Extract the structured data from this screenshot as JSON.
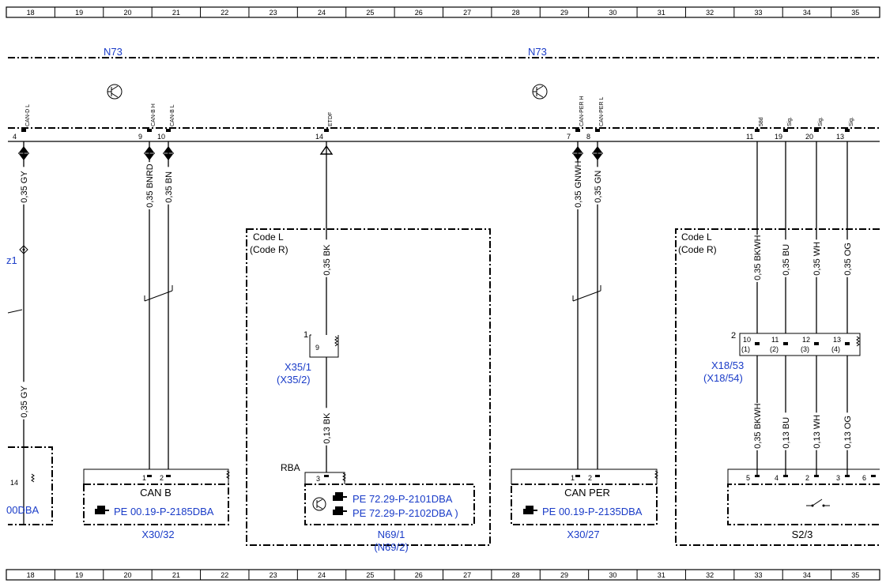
{
  "grid_numbers": [
    "18",
    "19",
    "20",
    "21",
    "22",
    "23",
    "24",
    "25",
    "26",
    "27",
    "28",
    "29",
    "30",
    "31",
    "32",
    "33",
    "34",
    "35"
  ],
  "module_labels": {
    "left": "N73",
    "right": "N73"
  },
  "connector_pins": [
    {
      "pin": "4",
      "signal": "CAN-D L"
    },
    {
      "pin": "9",
      "signal": "CAN-B H"
    },
    {
      "pin": "10",
      "signal": "CAN-B L"
    },
    {
      "pin": "14",
      "signal": "ETDF"
    },
    {
      "pin": "7",
      "signal": "CAN-PER H"
    },
    {
      "pin": "8",
      "signal": "CAN-PER L"
    },
    {
      "pin": "11",
      "signal": "58d"
    },
    {
      "pin": "19",
      "signal": "Sig."
    },
    {
      "pin": "20",
      "signal": "Sig."
    },
    {
      "pin": "13",
      "signal": "Sig."
    }
  ],
  "wires_upper": [
    "0,35 GY",
    "0,35 BNRD",
    "0,35 BN",
    "0,35 GNWH",
    "0,35 GN"
  ],
  "wires_mid": [
    "0,35 BK",
    "0,35 BKWH",
    "0,35 BU",
    "0,35 WH",
    "0,35 OG"
  ],
  "wires_lower": [
    "0,35 GY",
    "0,13 BK",
    "0,35 BKWH",
    "0,13 BU",
    "0,13 WH",
    "0,13 OG"
  ],
  "left_partial": {
    "label": "z1",
    "pin": "14",
    "ref": "00DBA"
  },
  "code_labels": {
    "code": "Code L",
    "alt": "(Code R)"
  },
  "conn_x35": {
    "number": "1",
    "pin": "9",
    "name": "X35/1",
    "alt": "(X35/2)"
  },
  "conn_x18": {
    "number": "2",
    "pins": [
      "10",
      "11",
      "12",
      "13"
    ],
    "alt_pins": [
      "(1)",
      "(2)",
      "(3)",
      "(4)"
    ],
    "name": "X18/53",
    "alt": "(X18/54)"
  },
  "can_b_block": {
    "title": "CAN B",
    "pins": [
      "1",
      "2"
    ],
    "ref": "PE 00.19-P-2185DBA",
    "name": "X30/32"
  },
  "rba_block": {
    "label": "RBA",
    "pin": "3",
    "ref1": "PE 72.29-P-2101DBA",
    "ref2": "PE 72.29-P-2102DBA )",
    "name": "N69/1",
    "alt": "(N69/2)"
  },
  "can_per_block": {
    "title": "CAN PER",
    "pins": [
      "1",
      "2"
    ],
    "ref": "PE 00.19-P-2135DBA",
    "name": "X30/27"
  },
  "switch_block": {
    "pins": [
      "5",
      "4",
      "2",
      "3",
      "6"
    ],
    "name": "S2/3"
  }
}
